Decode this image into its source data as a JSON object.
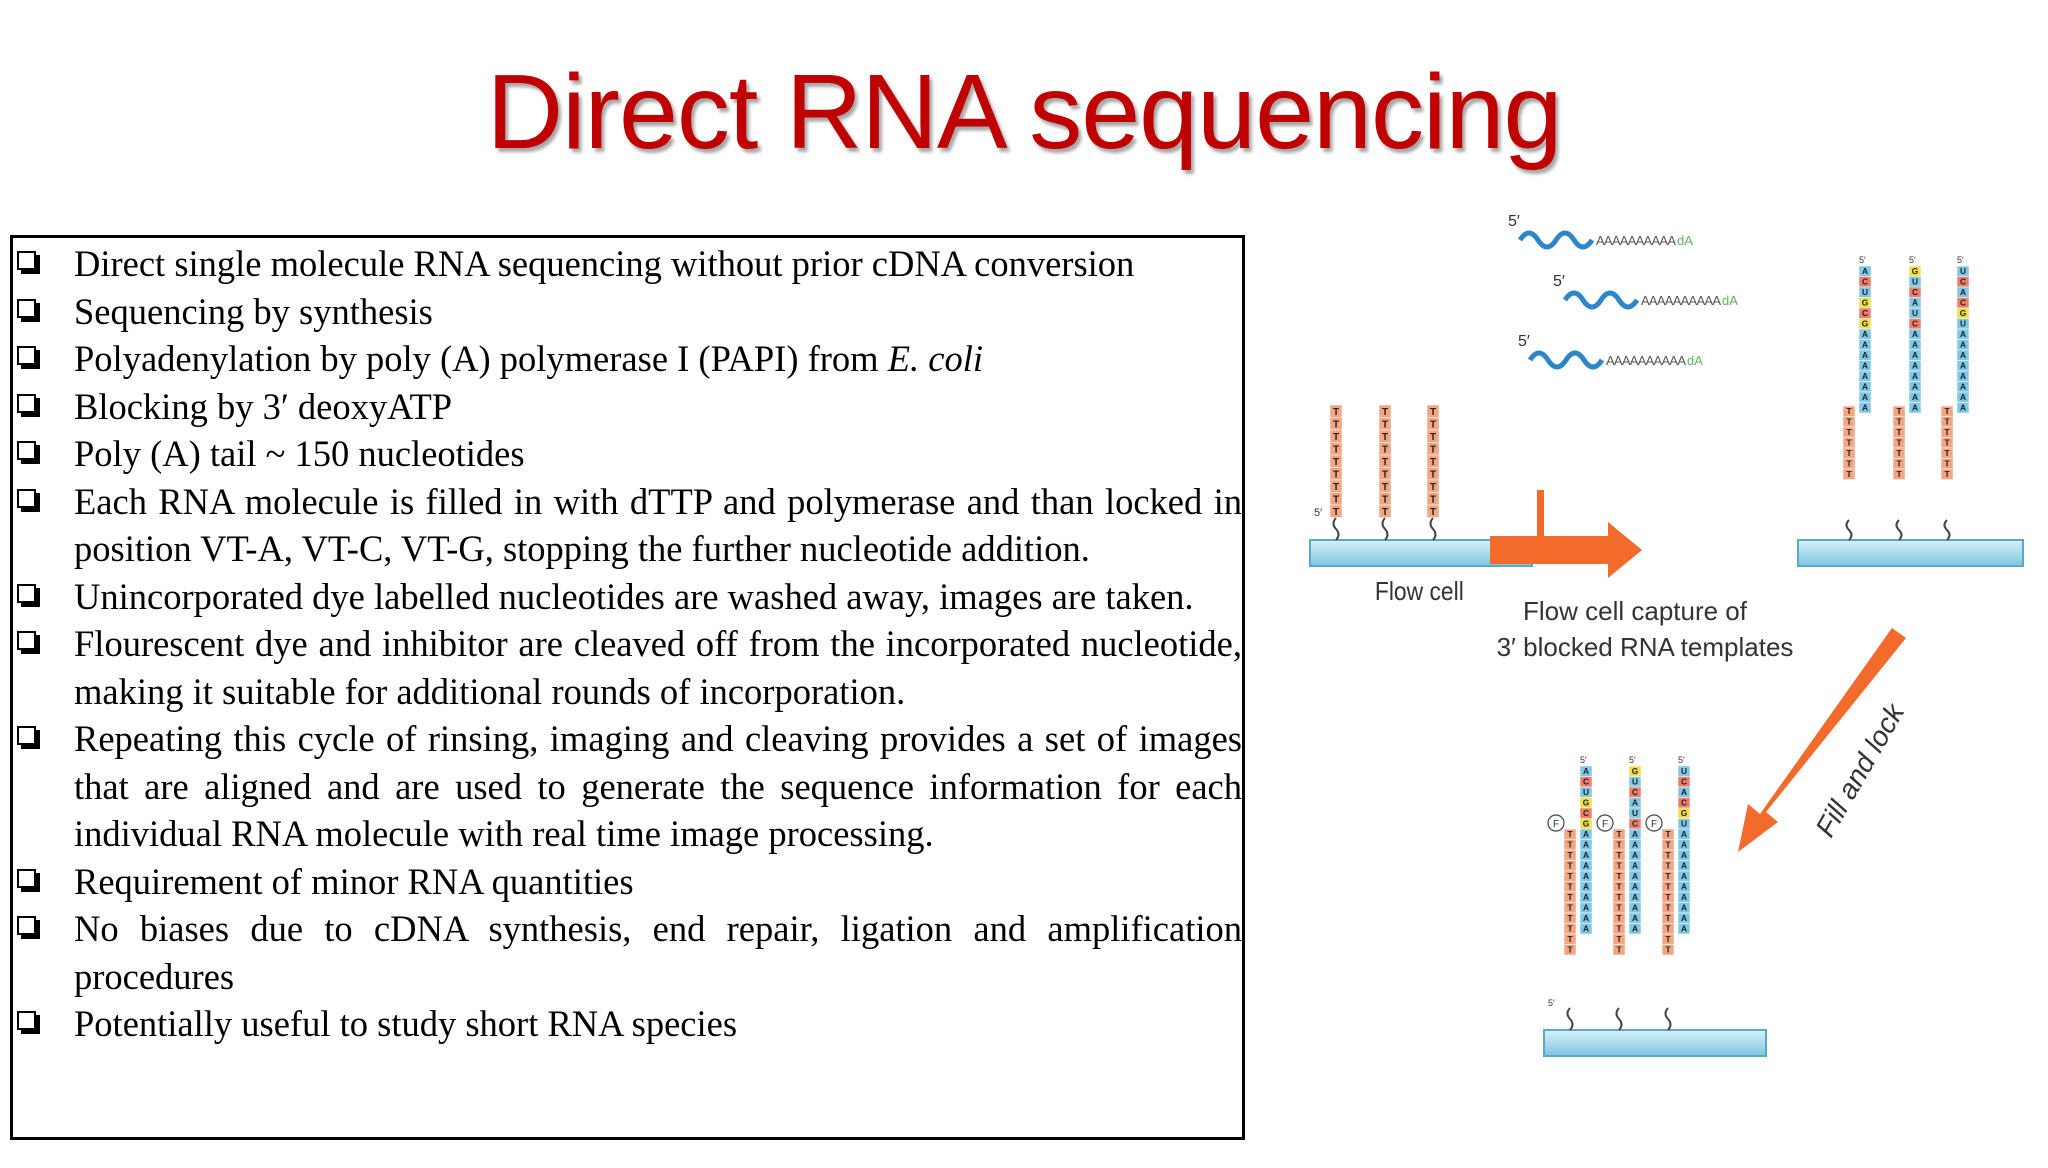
{
  "title": "Direct RNA sequencing",
  "bullets": [
    {
      "text": "Direct single molecule RNA sequencing without prior cDNA conversion"
    },
    {
      "text": "Sequencing by synthesis"
    },
    {
      "text_before": "Polyadenylation by poly (A) polymerase I (PAPI) from ",
      "italic": "E. coli"
    },
    {
      "text": "Blocking by 3′ deoxyATP"
    },
    {
      "text": "Poly (A) tail ~ 150 nucleotides"
    },
    {
      "text": "Each RNA molecule is filled in with dTTP and polymerase and than locked in position VT-A, VT-C, VT-G, stopping the further nucleotide addition."
    },
    {
      "text": "Unincorporated dye labelled nucleotides are washed away, images are taken."
    },
    {
      "text": "Flourescent dye and inhibitor are cleaved off from the incorporated nucleotide, making it suitable for additional rounds of incorporation."
    },
    {
      "text": "Repeating this cycle of rinsing, imaging and cleaving provides a set of images that are aligned and are used to generate the sequence information for each individual RNA molecule with real time image processing."
    },
    {
      "text": "Requirement of minor RNA quantities"
    },
    {
      "text": "No biases due to cDNA synthesis, end repair, ligation and amplification procedures"
    },
    {
      "text": "Potentially useful to study short RNA species"
    }
  ],
  "diagram": {
    "prime5": "5′",
    "polyA_tail": "AAAAAAAAAA",
    "dA": "dA",
    "T": "T",
    "F": "F",
    "flow_cell_label": "Flow cell",
    "capture_label_line1": "Flow cell capture of",
    "capture_label_line2": "3′ blocked RNA templates",
    "fill_lock_label": "Fill and lock",
    "template1_seq": "ACUGCG",
    "template2_seq": "GUCAUC",
    "template3_seq": "UCACGU",
    "colors": {
      "title": "#c00000",
      "T_strand": "#f4a582",
      "A_strand": "#7fc8e8",
      "G_base": "#f2e04a",
      "C_base": "#f07d6b",
      "arrow": "#f36b2b",
      "flow_cell": "#a9dced",
      "wave": "#2c86c9",
      "dA": "#5bb55b"
    }
  }
}
